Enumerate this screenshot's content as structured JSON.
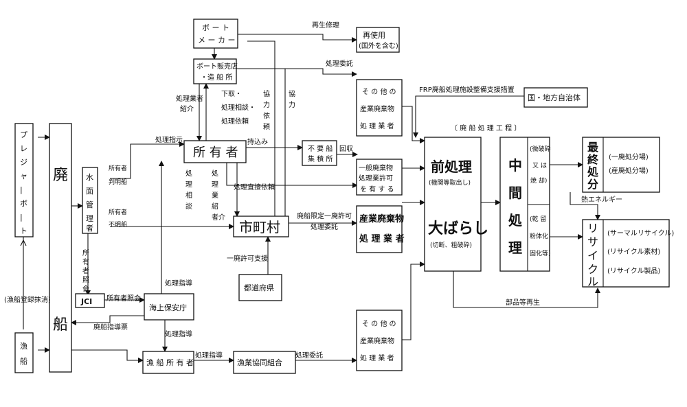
{
  "nodes": {
    "boat_maker": "ボート・メーカー",
    "boat_dealer": "ボート販売店・造船所",
    "reuse": "再使用",
    "reuse_note": "(国外を含む)",
    "other_waste_top": "その他の産業廃棄物処理業者",
    "national_local_gov": "国・地方自治体",
    "pleasure_boat": "プレジャーボート",
    "waste_ship": "廃船",
    "water_manager": "水面管理者",
    "owner": "所有者",
    "unwanted_ship_yard": "不要船集積所",
    "licensed_general": "一般廃棄物処理業許可を有する",
    "industrial_waste": "産業廃棄物処理業者",
    "municipality": "市町村",
    "prefecture": "都道府県",
    "jci": "JCI",
    "coast_guard": "海上保安庁",
    "fishing_owner": "漁船所有者",
    "fishing_coop": "漁業協同組合",
    "other_waste_bottom": "その他の産業廃棄物処理業者",
    "fishing_boat": "漁船",
    "pre_process": "前処理",
    "pre_process_note": "(機関等取出し)",
    "dismantle": "大ばらし",
    "dismantle_note": "(切断、粗破砕)",
    "intermediate": "中間処理",
    "crush": "(微破砕又は焼却)",
    "dry": "(乾留粉体化固化等)",
    "final_disposal": "最終処分",
    "final_general": "(一廃処分場)",
    "final_industrial": "(産廃処分場)",
    "recycle": "リサイクル",
    "thermal_recycle": "(サーマルリサイクル)",
    "recycle_material": "(リサイクル素材)",
    "recycle_product": "(リサイクル製品)",
    "process_header": "〔 廃 船 処 理 工 程 〕"
  },
  "labels": {
    "regen_repair": "再生修理",
    "processing_outsourcing_top": "処理委託",
    "frp_support": "FRP廃船処理施設整備支援措置",
    "processing_dealer_intro": "処理業者紹介",
    "trade_in": "下取・処理相談・処理依頼",
    "coop_request": "協力依頼",
    "cooperation": "協力",
    "processing_instruction_owner": "処理指示",
    "bring_in": "持込み",
    "recovery": "回収",
    "owner_known": "所有者判明船",
    "owner_unknown": "所有者不明船",
    "processing_consult": "処理相談",
    "dealer_intro_vertical": "処理業者紹介",
    "direct_consign": "処理直接依頼",
    "limited_permit": "廃船限定一廃許可",
    "outsource_municipal": "処理委託",
    "general_permit_support": "一廃許可支援",
    "owner_inquiry": "所有者照会",
    "owner_inquiry_jci": "所有者照会",
    "processing_guidance_cg": "処理指導",
    "waste_ship_guidance": "廃船指導票",
    "processing_guidance_fish": "処理指導",
    "processing_guidance_coop": "処理指導",
    "processing_outsourcing_coop": "処理委託",
    "heat_energy": "熱エネルギー",
    "parts_regen": "部品等再生",
    "fishing_registry": "(漁船登録抹消)"
  }
}
